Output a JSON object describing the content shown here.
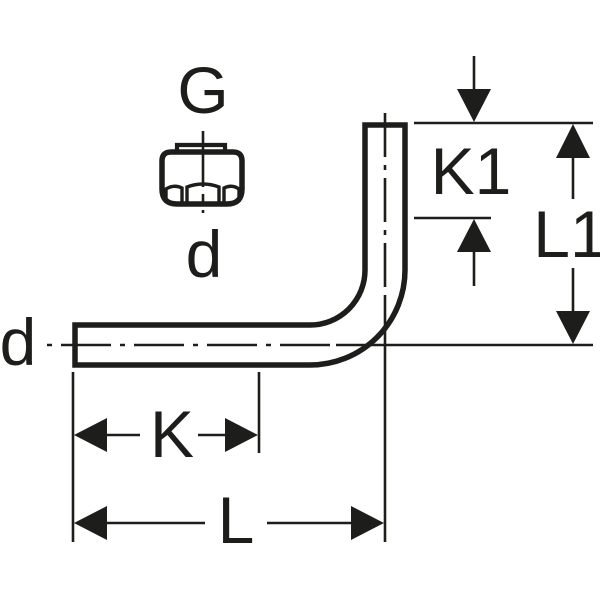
{
  "figure": {
    "kind": "technical-dimension-drawing",
    "subject": "90-degree bent pipe with union nut",
    "background_color": "#ffffff",
    "line_color": "#1d1d1b"
  },
  "labels": {
    "g": "G",
    "d_fitting": "d",
    "d_pipe": "d",
    "k1": "K1",
    "l1": "L1",
    "k": "K",
    "l": "L"
  }
}
